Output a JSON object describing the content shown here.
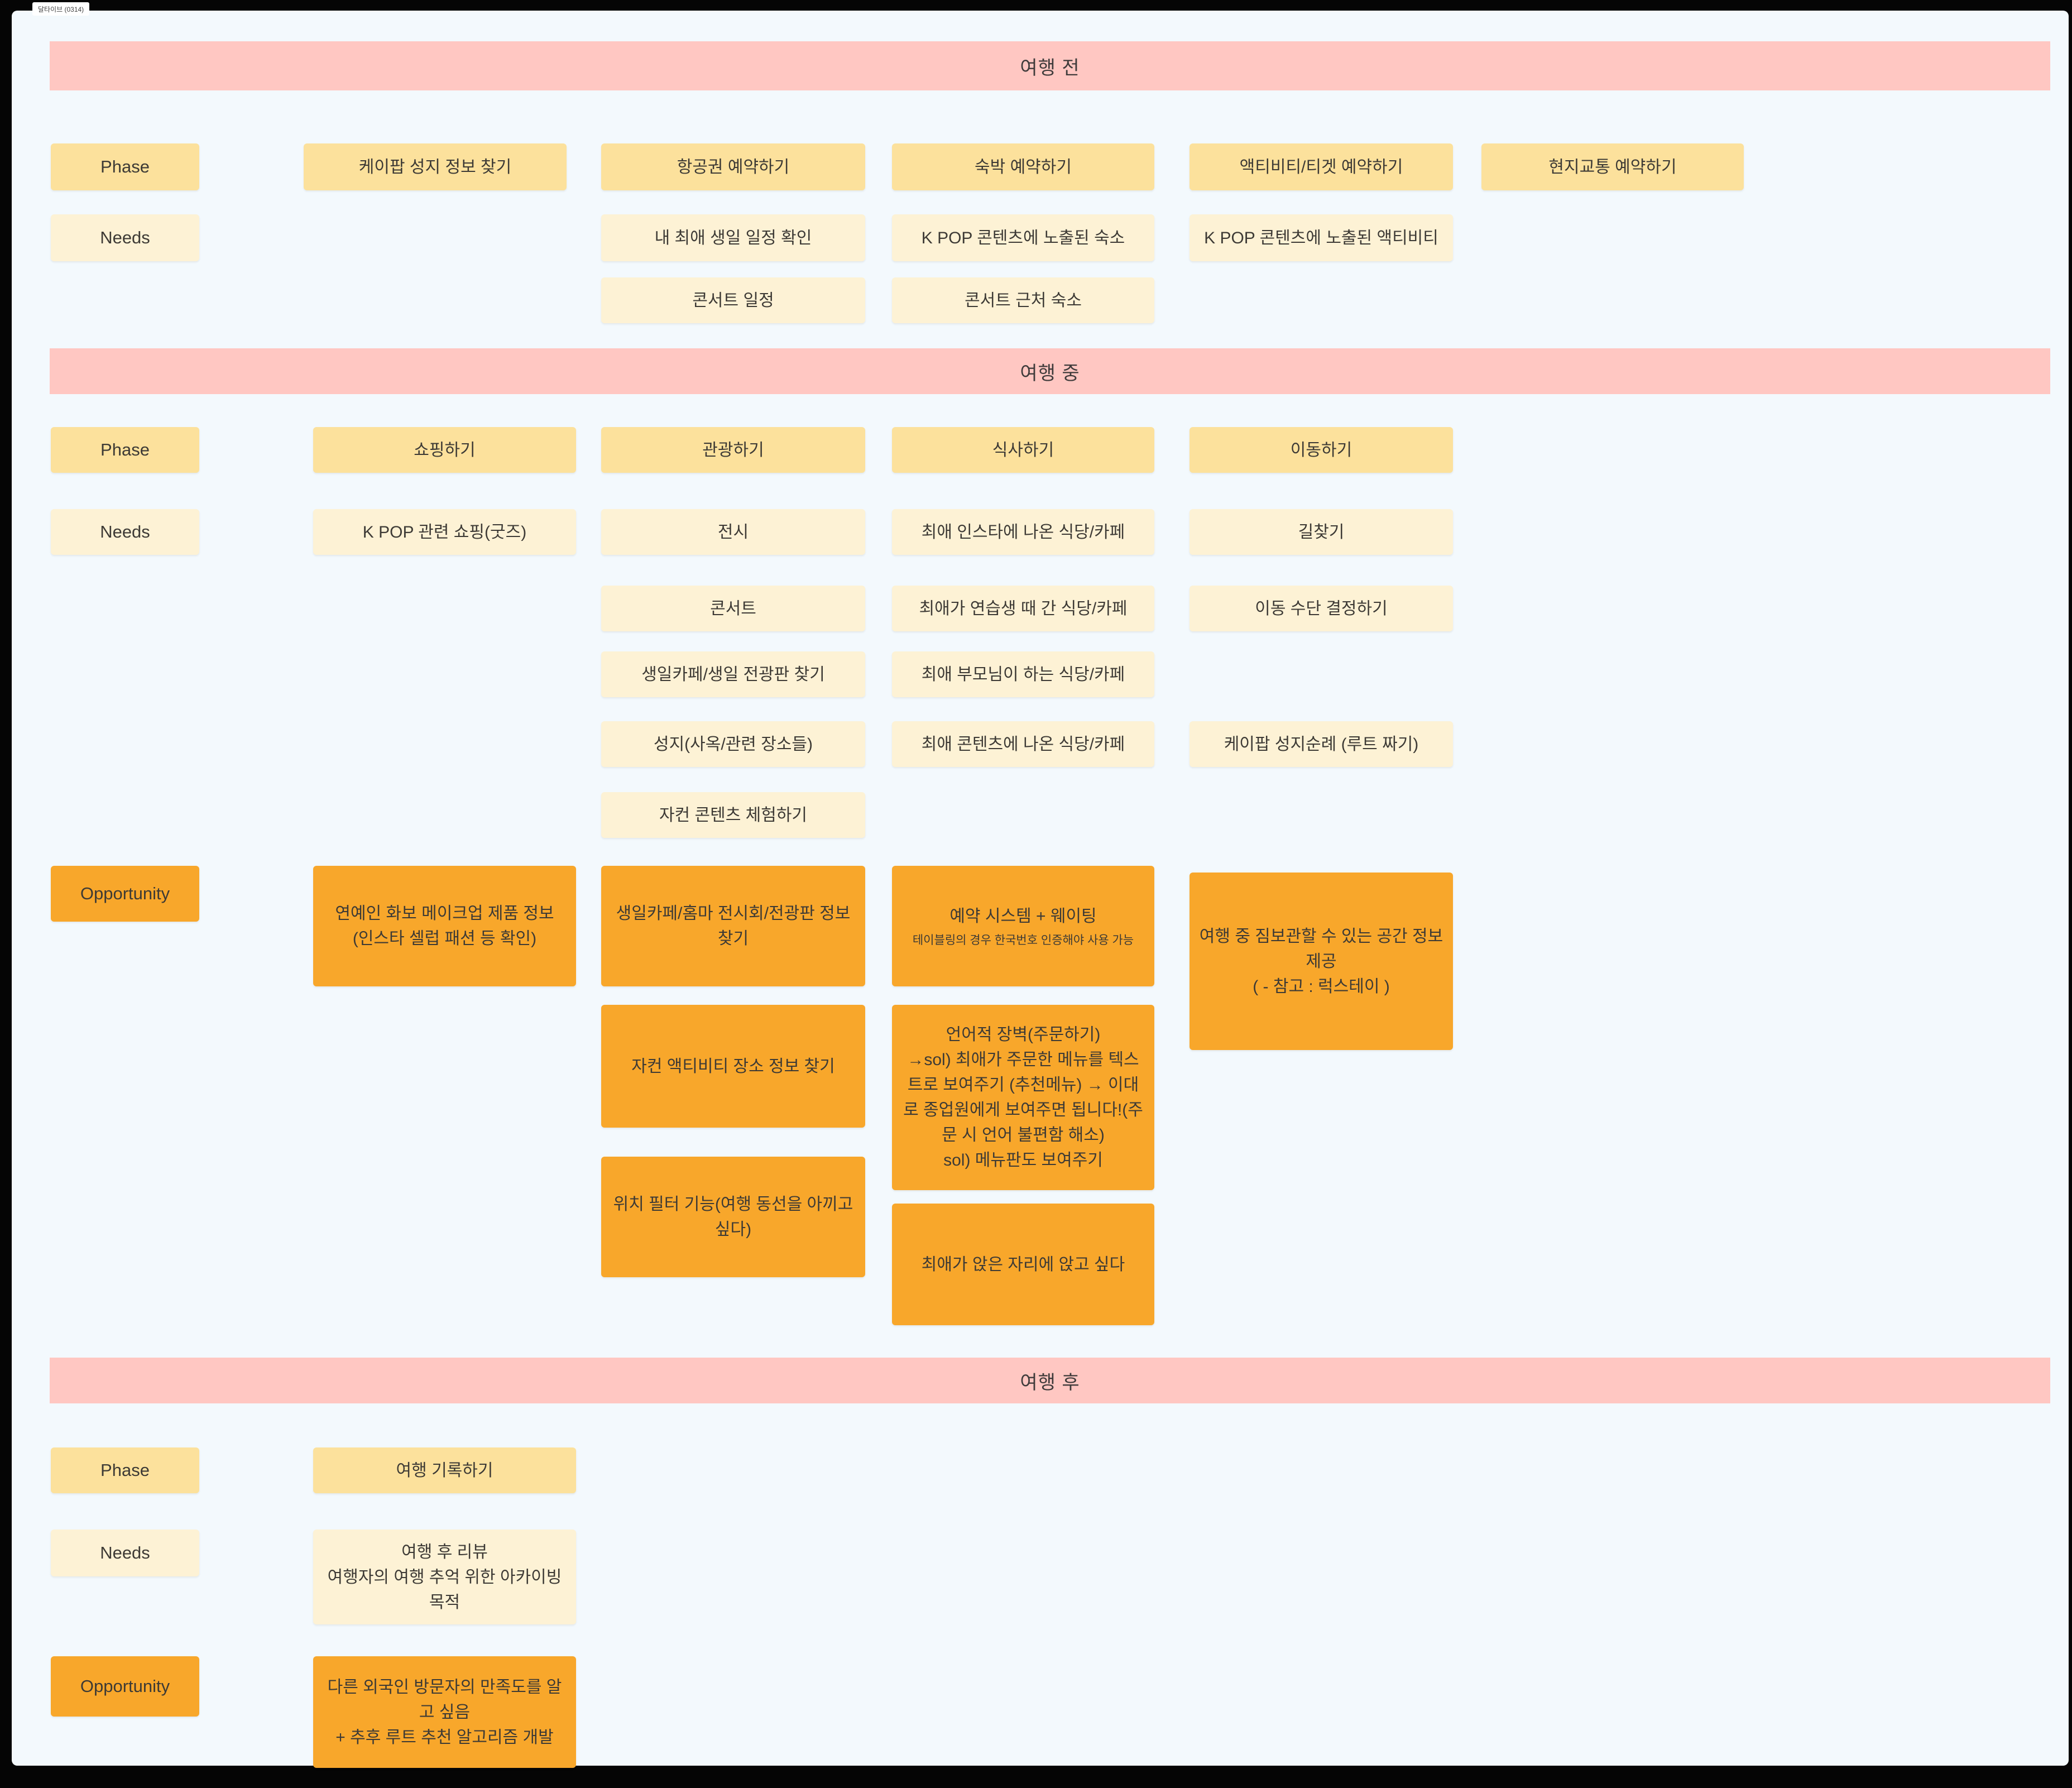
{
  "frame": {
    "label": "달타이브 (0314)"
  },
  "row_labels": {
    "phase": "Phase",
    "needs": "Needs",
    "opportunity": "Opportunity"
  },
  "colors": {
    "background": "#050505",
    "canvas": "#F3F9FD",
    "banner_pink": "#FFC7C2",
    "phase_yellow": "#FCE19C",
    "needs_cream": "#FDF2D5",
    "opportunity_orange": "#F8A72B",
    "text": "#3d3a35"
  },
  "sections": [
    {
      "banner": "여행 전",
      "phase": [
        "케이팝 성지 정보 찾기",
        "항공권 예약하기",
        "숙박 예약하기",
        "액티비티/티겟 예약하기",
        "현지교통 예약하기"
      ],
      "needs": [
        "내 최애 생일 일정 확인",
        "K POP 콘텐츠에 노출된 숙소",
        "K POP 콘텐츠에 노출된 액티비티",
        "콘서트 일정",
        "콘서트 근처 숙소"
      ]
    },
    {
      "banner": "여행 중",
      "phase": [
        "쇼핑하기",
        "관광하기",
        "식사하기",
        "이동하기"
      ],
      "needs": [
        "K POP 관련 쇼핑(굿즈)",
        "전시",
        "최애 인스타에 나온 식당/카페",
        "길찾기",
        "콘서트",
        "최애가 연습생 때 간 식당/카페",
        "이동 수단 결정하기",
        "생일카페/생일 전광판 찾기",
        "최애 부모님이 하는 식당/카페",
        "성지(사옥/관련 장소들)",
        "최애 콘텐츠에 나온 식당/카페",
        "케이팝 성지순례 (루트 짜기)",
        "자컨 콘텐츠 체험하기"
      ],
      "opportunities": [
        {
          "text": "연예인 화보 메이크업 제품 정보\n(인스타 셀럽 패션 등 확인)"
        },
        {
          "text": "생일카페/홈마 전시회/전광판 정보 찾기"
        },
        {
          "title": "예약 시스템 + 웨이팅",
          "note": "테이블링의 경우 한국번호 인증해야 사용 가능"
        },
        {
          "text": "여행 중 짐보관할 수 있는 공간 정보 제공\n( - 참고 : 럭스테이 )"
        },
        {
          "text": "자컨 액티비티 장소 정보 찾기"
        },
        {
          "text": "언어적 장벽(주문하기)\n→sol) 최애가 주문한 메뉴를 텍스트로 보여주기 (추천메뉴) → 이대로 종업원에게 보여주면 됩니다!(주문 시 언어 불편함 해소)\nsol) 메뉴판도 보여주기"
        },
        {
          "text": "위치 필터 기능(여행 동선을 아끼고 싶다)"
        },
        {
          "text": "최애가 앉은 자리에 앉고 싶다"
        }
      ]
    },
    {
      "banner": "여행 후",
      "phase": [
        "여행 기록하기"
      ],
      "needs": [
        "여행 후 리뷰\n여행자의 여행 추억 위한 아카이빙 목적"
      ],
      "opportunities": [
        {
          "text": "다른 외국인 방문자의 만족도를 알고 싶음\n+ 추후 루트 추천 알고리즘 개발"
        }
      ]
    }
  ]
}
